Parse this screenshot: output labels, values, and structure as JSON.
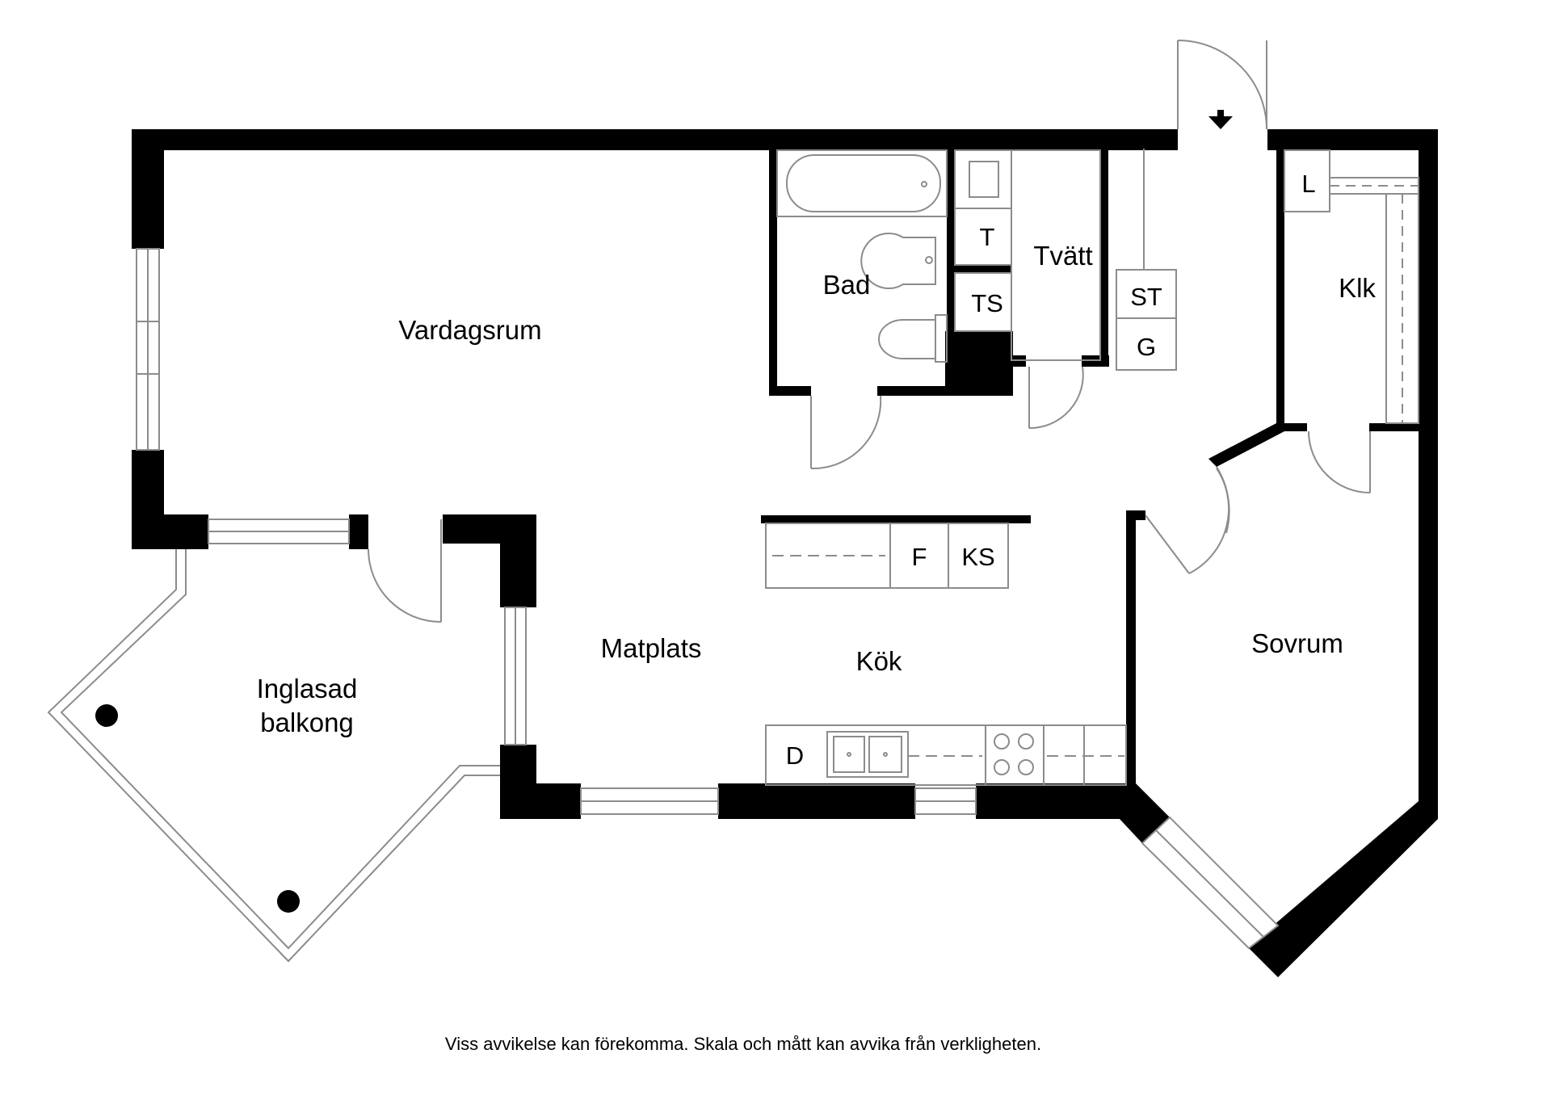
{
  "rooms": {
    "vardagsrum": "Vardagsrum",
    "bad": "Bad",
    "tvatt": "Tvätt",
    "klk": "Klk",
    "matplats": "Matplats",
    "kok": "Kök",
    "sovrum": "Sovrum",
    "balkong_line1": "Inglasad",
    "balkong_line2": "balkong"
  },
  "fixtures": {
    "t": "T",
    "ts": "TS",
    "st": "ST",
    "g": "G",
    "l": "L",
    "f": "F",
    "ks": "KS",
    "d": "D"
  },
  "disclaimer": "Viss avvikelse kan förekomma. Skala och mått kan avvika från verkligheten.",
  "colors": {
    "wall": "#000000",
    "line": "#8c8c8c",
    "background": "#ffffff"
  }
}
